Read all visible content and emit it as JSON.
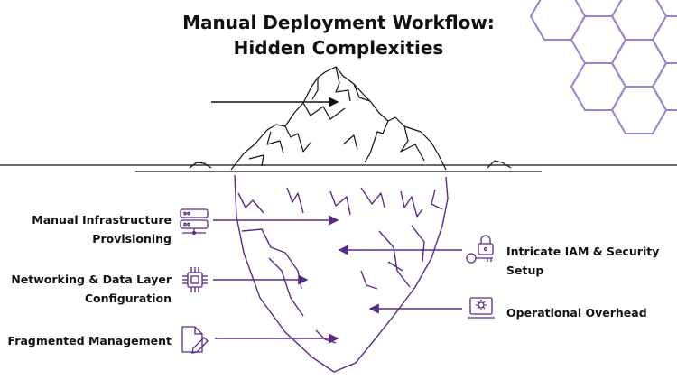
{
  "title": {
    "line1": "Manual Deployment Workflow:",
    "line2": "Hidden Complexities"
  },
  "labels": {
    "manual_infra": {
      "line1": "Manual Infrastructure",
      "line2": "Provisioning",
      "icon": "server-rack-icon"
    },
    "networking": {
      "line1": "Networking & Data Layer",
      "line2": "Configuration",
      "icon": "circuit-chip-icon"
    },
    "fragmented": {
      "text": "Fragmented Management",
      "icon": "document-edit-icon"
    },
    "iam": {
      "text": "Intricate IAM & Security Setup",
      "icon": "lock-key-icon"
    },
    "operational": {
      "text": "Operational Overhead",
      "icon": "laptop-gear-icon"
    }
  },
  "colors": {
    "accent": "#5b2a86",
    "hexagon": "#9b7fd1",
    "ink": "#111111"
  }
}
